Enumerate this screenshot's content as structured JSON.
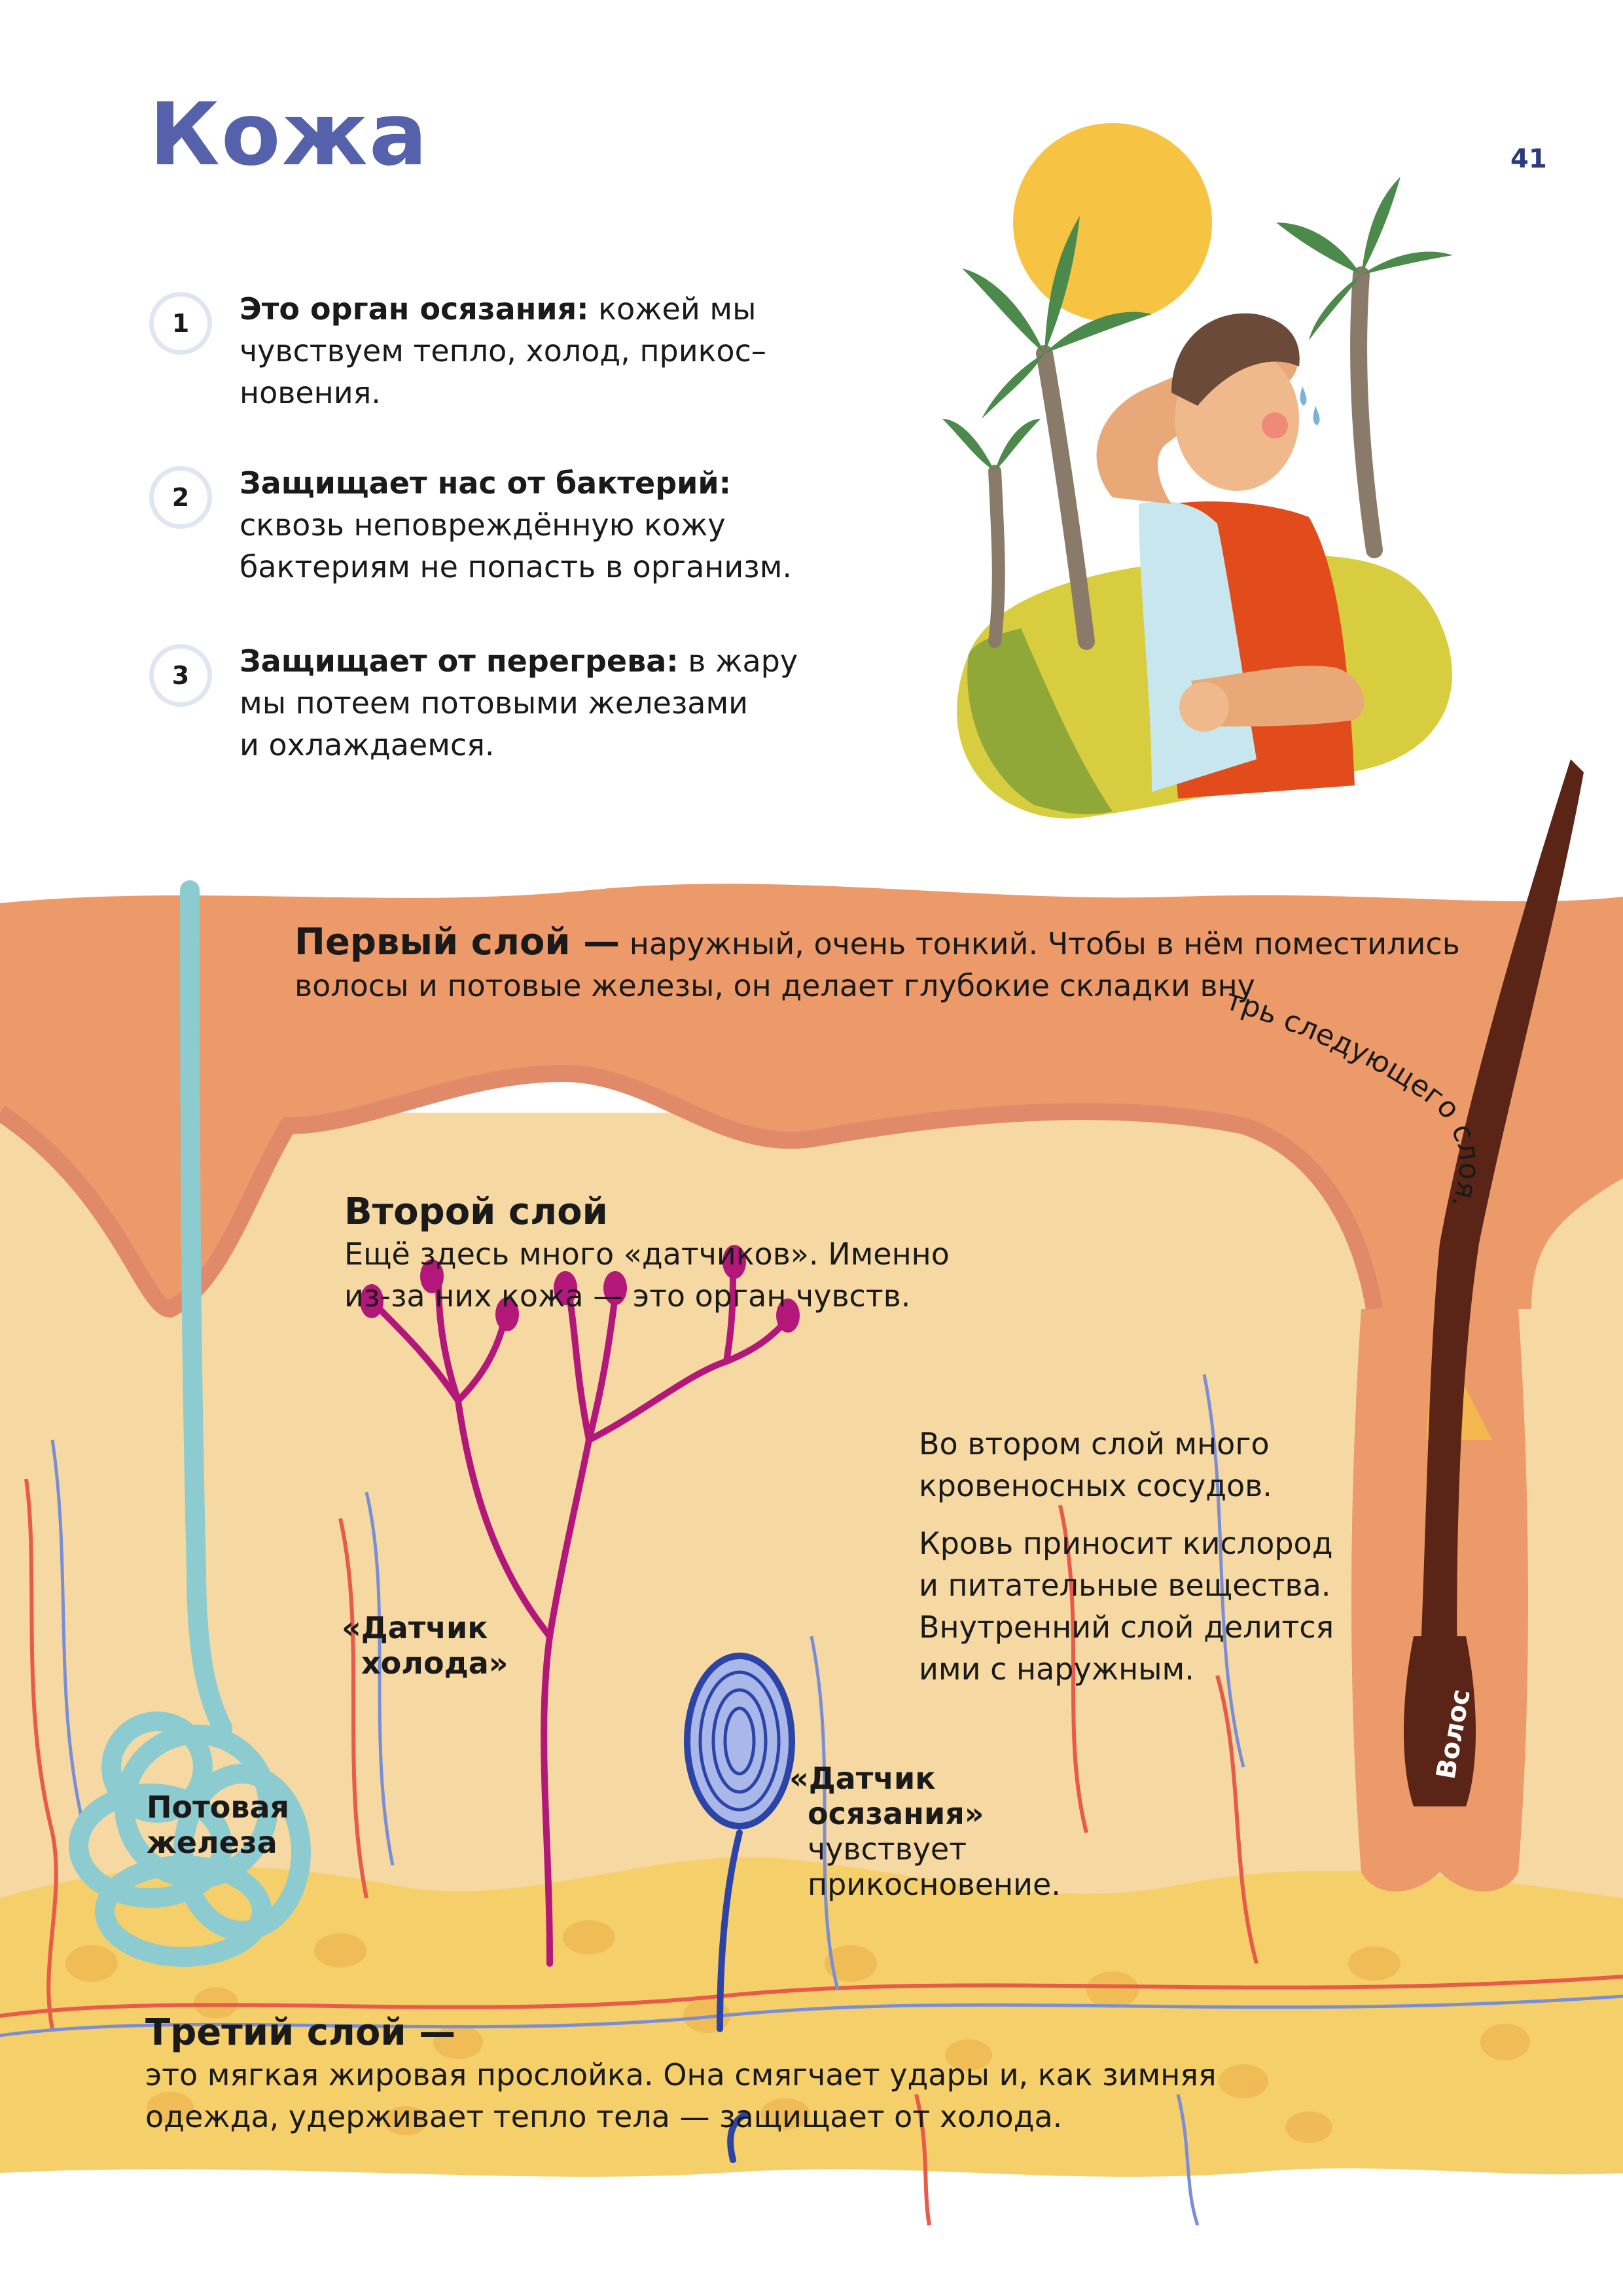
{
  "page": {
    "title": "Кожа",
    "page_number": "41"
  },
  "facts": [
    {
      "num": "1",
      "bold": "Это орган осязания:",
      "lines": [
        " кожей мы",
        "чувствуем тепло, холод, прикос–",
        "новения."
      ]
    },
    {
      "num": "2",
      "bold": "Защищает нас от бактерий:",
      "lines": [
        "",
        "сквозь неповреждённую кожу",
        "бактериям не попасть в организм."
      ]
    },
    {
      "num": "3",
      "bold": "Защищает от перегрева:",
      "lines": [
        " в жару",
        "мы потеем потовыми железами",
        "и охлаждаемся."
      ]
    }
  ],
  "layers": {
    "first": {
      "heading": "Первый слой —",
      "line1": " наружный, очень тонкий. Чтобы в нём поместились",
      "line2": "волосы и потовые железы, он делает глубокие складки вну",
      "curve": "трь следующего слоя."
    },
    "second": {
      "heading": "Второй слой",
      "line1": "Ещё здесь много «датчиков». Именно",
      "line2": "из-за них кожа — это орган чувств."
    },
    "third": {
      "heading": "Третий слой —",
      "line1": "это мягкая жировая прослойка. Она смягчает удары и, как зимняя",
      "line2": "одежда, удерживает тепло тела — защищает от холода."
    }
  },
  "vessels_text": {
    "p1_line1": "Во втором слой много",
    "p1_line2": "кровеносных сосудов.",
    "p2_line1": "Кровь приносит кислород",
    "p2_line2": "и питательные вещества.",
    "p2_line3": "Внутренний слой делится",
    "p2_line4": "ими с наружным."
  },
  "labels": {
    "cold_sensor_1": "«Датчик",
    "cold_sensor_2": "холода»",
    "touch_sensor_1": "«Датчик",
    "touch_sensor_2": "осязания»",
    "touch_sensor_3": "чувствует",
    "touch_sensor_4": "прикосновение.",
    "sweat_gland_1": "Потовая",
    "sweat_gland_2": "железа",
    "hair": "Волос"
  },
  "colors": {
    "title": "#5561aa",
    "epidermis": "#ec9a6a",
    "dermis": "#f6d9a2",
    "fat": "#f5cf6a",
    "sweat_gland": "#8ccbd0",
    "cold_sensor": "#b3177a",
    "touch_sensor": "#2c44a8",
    "hair": "#5a2416"
  }
}
